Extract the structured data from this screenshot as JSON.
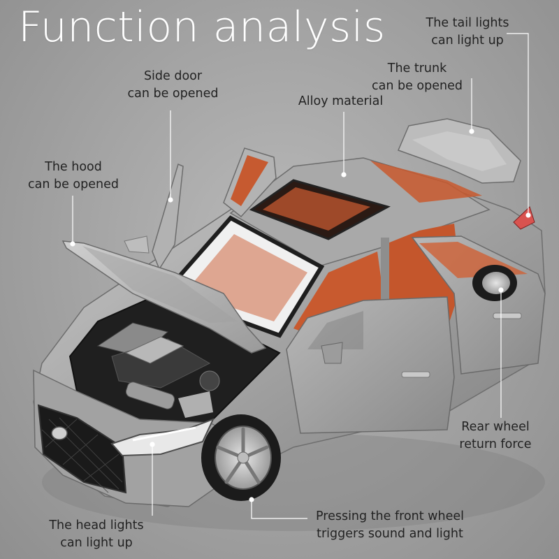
{
  "title": "Function analysis",
  "colors": {
    "background": "#a8a8a8",
    "body": "#9d9d9d",
    "interior": "#c95a30",
    "leader_line": "#ffffff"
  },
  "callouts": {
    "tail_lights": {
      "line1": "The tail lights",
      "line2": "can light up"
    },
    "trunk": {
      "line1": "The trunk",
      "line2": "can be opened"
    },
    "alloy": {
      "line1": "Alloy material"
    },
    "side_door": {
      "line1": "Side door",
      "line2": "can be opened"
    },
    "hood": {
      "line1": "The hood",
      "line2": "can be opened"
    },
    "rear_wheel": {
      "line1": "Rear wheel",
      "line2": "return force"
    },
    "head_lights": {
      "line1": "The head lights",
      "line2": "can light up"
    },
    "front_wheel": {
      "line1": "Pressing the front wheel",
      "line2": "triggers sound and light"
    }
  }
}
